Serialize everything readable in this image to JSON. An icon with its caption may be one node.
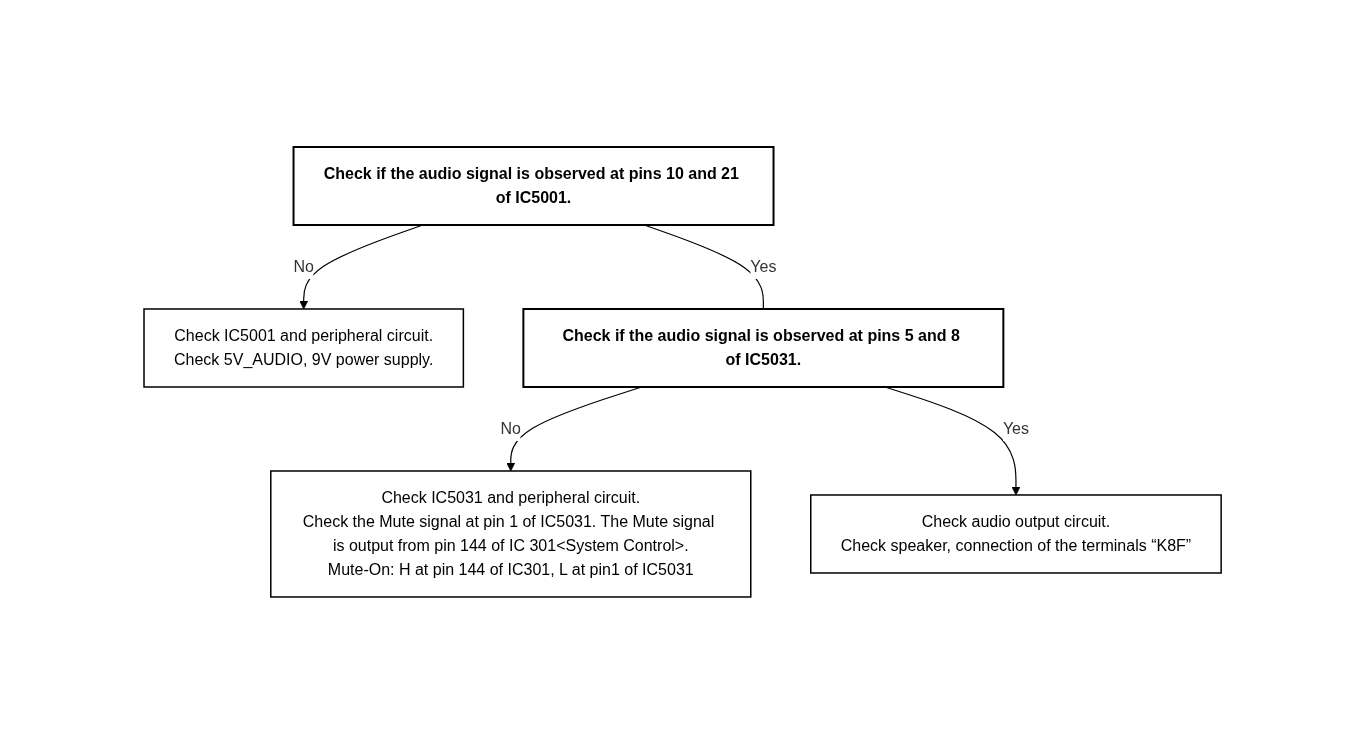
{
  "diagram": {
    "nodes": [
      {
        "text": [
          "Check if the audio signal is observed at pins 10 and 21 of IC5001."
        ]
      },
      {
        "text": [
          "Check IC5001 and peripheral circuit.",
          "Check 5V_AUDIO, 9V power supply."
        ]
      },
      {
        "text": [
          "Check if the audio signal is observed at pins 5 and 8 of IC5031."
        ]
      },
      {
        "text": [
          "Check IC5031 and peripheral circuit.",
          "Check the Mute signal at pin 1 of IC5031. The Mute signal is output from pin 144 of IC 301<System Control>.",
          "Mute-On: H at pin 144 of IC301, L at pin1 of IC5031"
        ]
      },
      {
        "text": [
          "Check audio output circuit.",
          "Check speaker, connection of the terminals “K8F”"
        ]
      }
    ],
    "edges": [
      {
        "from": 0,
        "to": 1,
        "arrow": "to",
        "label": "No"
      },
      {
        "from": 0,
        "to": 2,
        "arrow": "none",
        "label": "Yes"
      },
      {
        "from": 2,
        "to": 3,
        "arrow": "to",
        "label": "No"
      },
      {
        "from": 2,
        "to": 4,
        "arrow": "to",
        "label": "Yes"
      }
    ]
  }
}
